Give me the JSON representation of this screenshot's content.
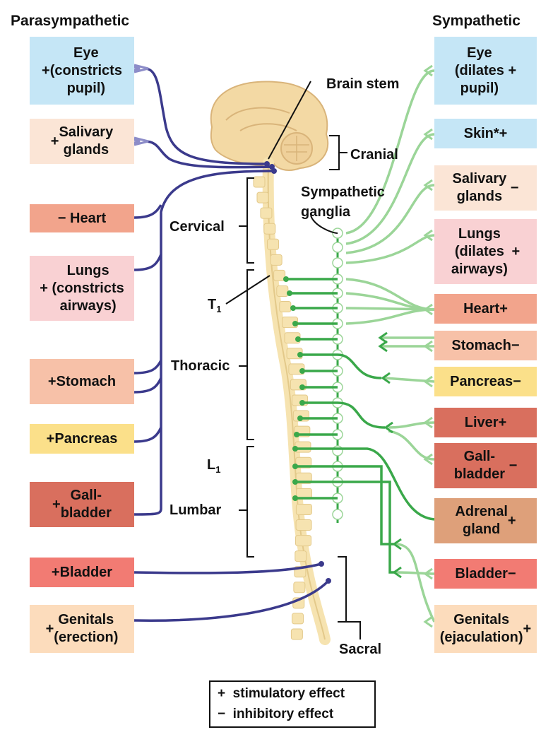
{
  "colors": {
    "parasympathetic_nerve": "#3b3a8c",
    "sympathetic_light": "#9bd598",
    "sympathetic_dark": "#3aa84a",
    "spine": "#f6e3b0",
    "brain": "#f3d9a4"
  },
  "titles": {
    "parasympathetic": "Parasympathetic",
    "sympathetic": "Sympathetic"
  },
  "parasympathetic_targets": [
    {
      "sign": "+",
      "text": "Eye\n(constricts\npupil)",
      "color": "#c5e6f6"
    },
    {
      "sign": "+",
      "text": "Salivary\nglands",
      "color": "#fbe5d6"
    },
    {
      "sign": "−",
      "text": "Heart",
      "color": "#f2a48c"
    },
    {
      "sign": "+",
      "text": "Lungs\n(constricts\nairways)",
      "color": "#f9d1d3"
    },
    {
      "sign": "+",
      "text": "Stomach",
      "color": "#f7c1a8"
    },
    {
      "sign": "+",
      "text": "Pancreas",
      "color": "#fbe08a"
    },
    {
      "sign": "+",
      "text": "Gall-\nbladder",
      "color": "#d96f5e"
    },
    {
      "sign": "+",
      "text": "Bladder",
      "color": "#f27b73"
    },
    {
      "sign": "+",
      "text": "Genitals\n(erection)",
      "color": "#fcdcbc"
    }
  ],
  "sympathetic_targets": [
    {
      "sign": "+",
      "text": "Eye\n(dilates\npupil)",
      "color": "#c5e6f6"
    },
    {
      "sign": "+",
      "text": "Skin*",
      "color": "#c5e6f6"
    },
    {
      "sign": "−",
      "text": "Salivary\nglands",
      "color": "#fbe5d6"
    },
    {
      "sign": "+",
      "text": "Lungs\n(dilates\nairways)",
      "color": "#f9d1d3"
    },
    {
      "sign": "+",
      "text": "Heart",
      "color": "#f2a48c"
    },
    {
      "sign": "−",
      "text": "Stomach",
      "color": "#f7c1a8"
    },
    {
      "sign": "−",
      "text": "Pancreas",
      "color": "#fbe08a"
    },
    {
      "sign": "+",
      "text": "Liver",
      "color": "#d96f5e"
    },
    {
      "sign": "−",
      "text": "Gall-\nbladder",
      "color": "#d96f5e"
    },
    {
      "sign": "+",
      "text": "Adrenal\ngland",
      "color": "#dea07a"
    },
    {
      "sign": "−",
      "text": "Bladder",
      "color": "#f27b73"
    },
    {
      "sign": "+",
      "text": "Genitals\n(ejaculation)",
      "color": "#fcdcbc"
    }
  ],
  "regions": {
    "brain_stem": "Brain stem",
    "cranial": "Cranial",
    "sympathetic_ganglia": "Sympathetic\nganglia",
    "cervical": "Cervical",
    "t1": "T",
    "t1_sub": "1",
    "thoracic": "Thoracic",
    "l1": "L",
    "l1_sub": "1",
    "lumbar": "Lumbar",
    "sacral": "Sacral"
  },
  "legend": {
    "stim_sign": "+",
    "stim_text": "stimulatory effect",
    "inhib_sign": "−",
    "inhib_text": "inhibitory effect"
  }
}
